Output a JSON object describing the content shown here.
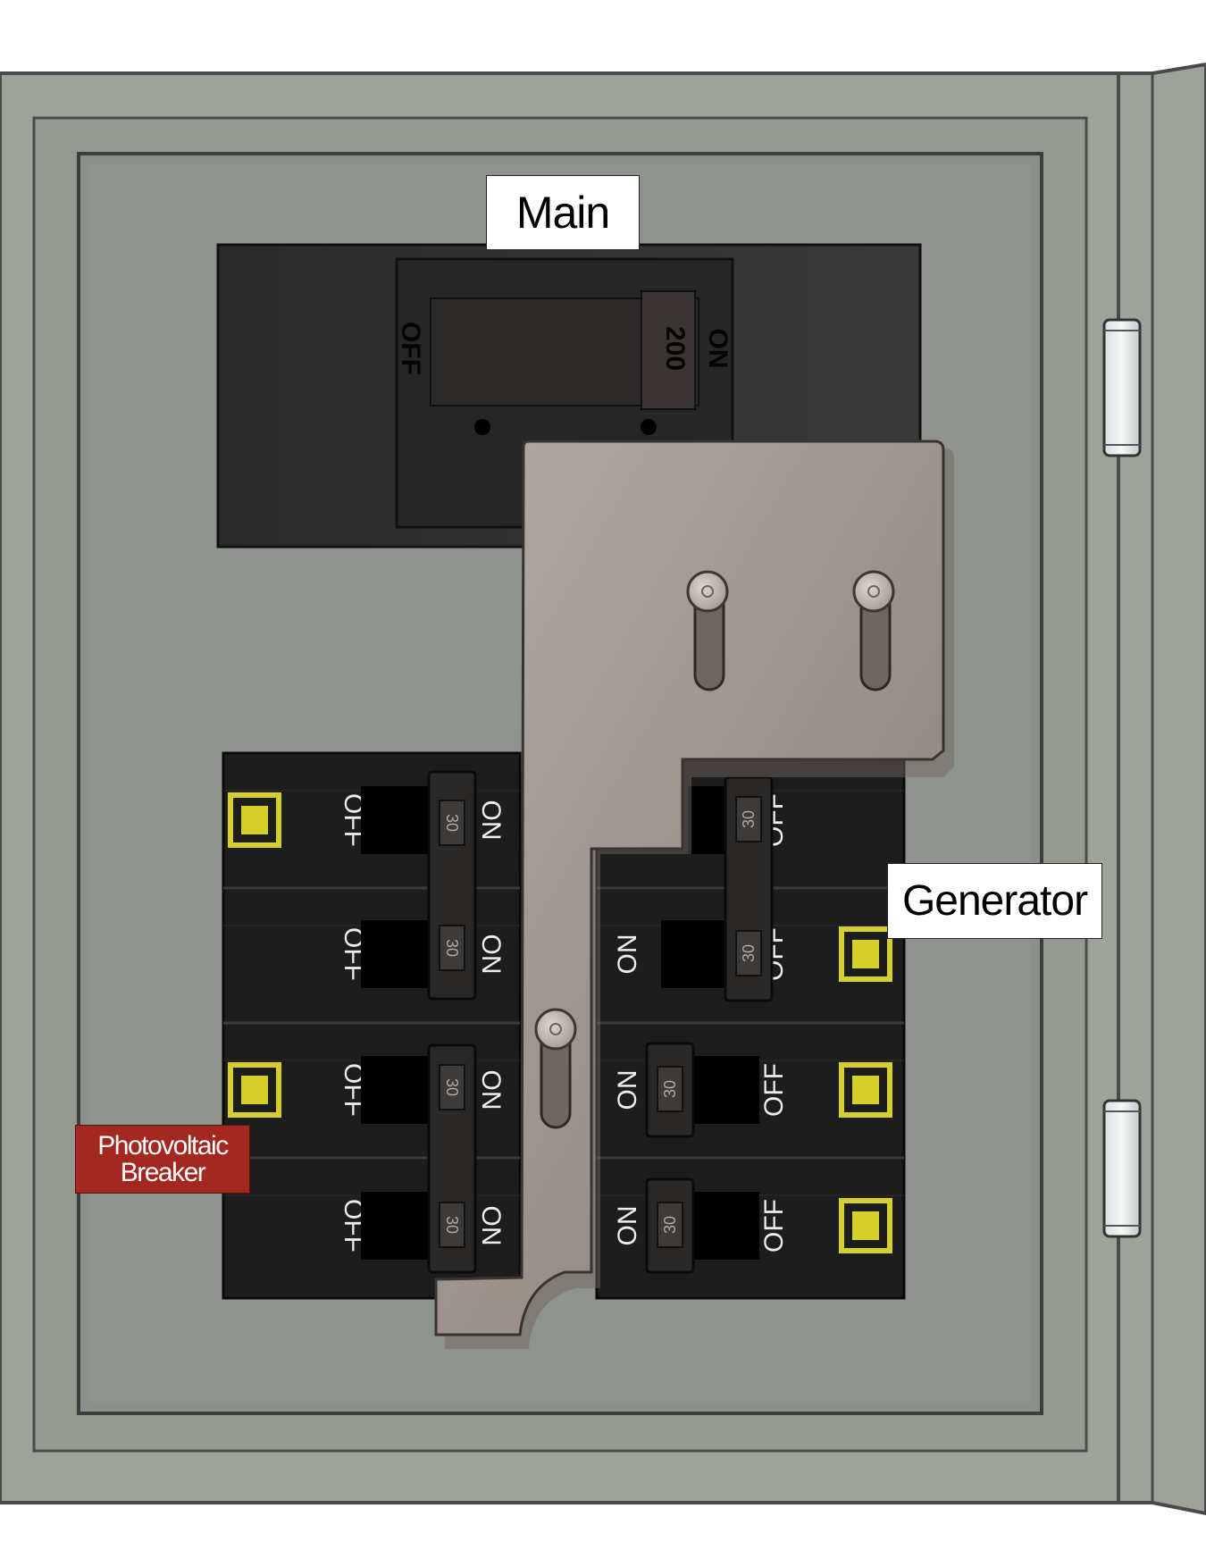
{
  "labels": {
    "main": "Main",
    "generator": "Generator",
    "pv_line1": "Photovoltaic",
    "pv_line2": "Breaker"
  },
  "main_breaker": {
    "off": "OFF",
    "on": "ON",
    "rating": "200"
  },
  "breakers": {
    "on": "ON",
    "off": "OFF",
    "rating": "30"
  },
  "colors": {
    "enclosure": "#9ea39a",
    "inner_panel": "#8b918a",
    "breaker_body": "#1f1f1f",
    "interlock_plate": "#a49b94",
    "trip_indicator": "#d6cf2a",
    "pv_label": "#a3281f"
  }
}
